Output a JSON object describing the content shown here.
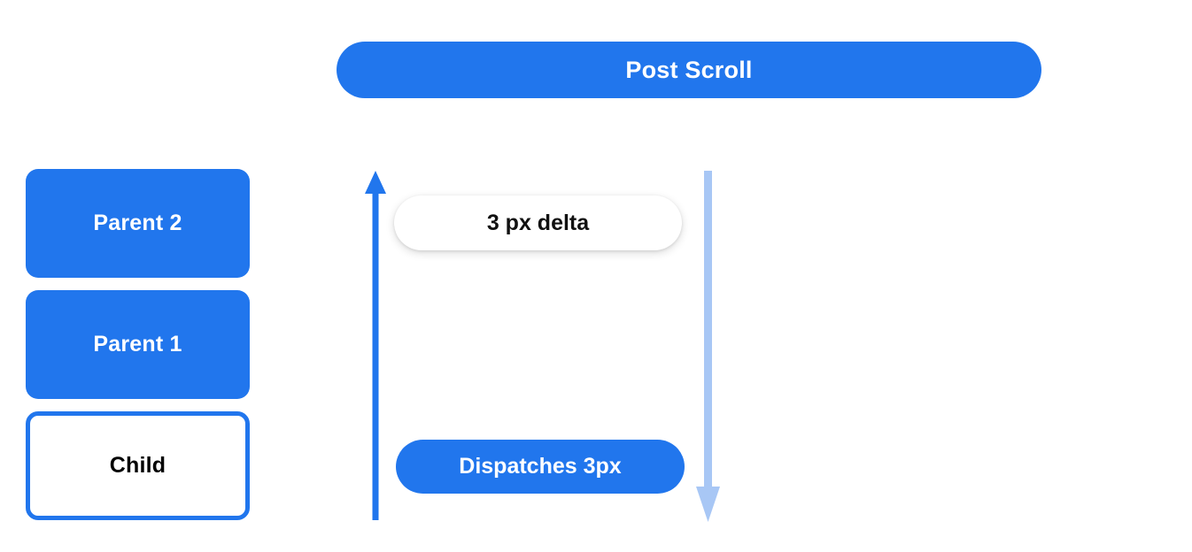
{
  "header": {
    "title": "Post Scroll"
  },
  "nodes": [
    {
      "label": "Parent 2",
      "style": "filled"
    },
    {
      "label": "Parent 1",
      "style": "filled"
    },
    {
      "label": "Child",
      "style": "outlined"
    }
  ],
  "arrows": [
    {
      "name": "scroll-propagation-up-arrow",
      "direction": "up",
      "color": "#2176ED"
    },
    {
      "name": "scroll-dispatch-down-arrow",
      "direction": "down",
      "color": "#A8C7F5"
    }
  ],
  "annotations": {
    "delta": "3 px delta",
    "dispatch": "Dispatches 3px"
  },
  "colors": {
    "accent": "#2176ED",
    "accent_light": "#A8C7F5",
    "surface": "#FFFFFF",
    "text_dark": "#111111",
    "text_light": "#FFFFFF"
  }
}
